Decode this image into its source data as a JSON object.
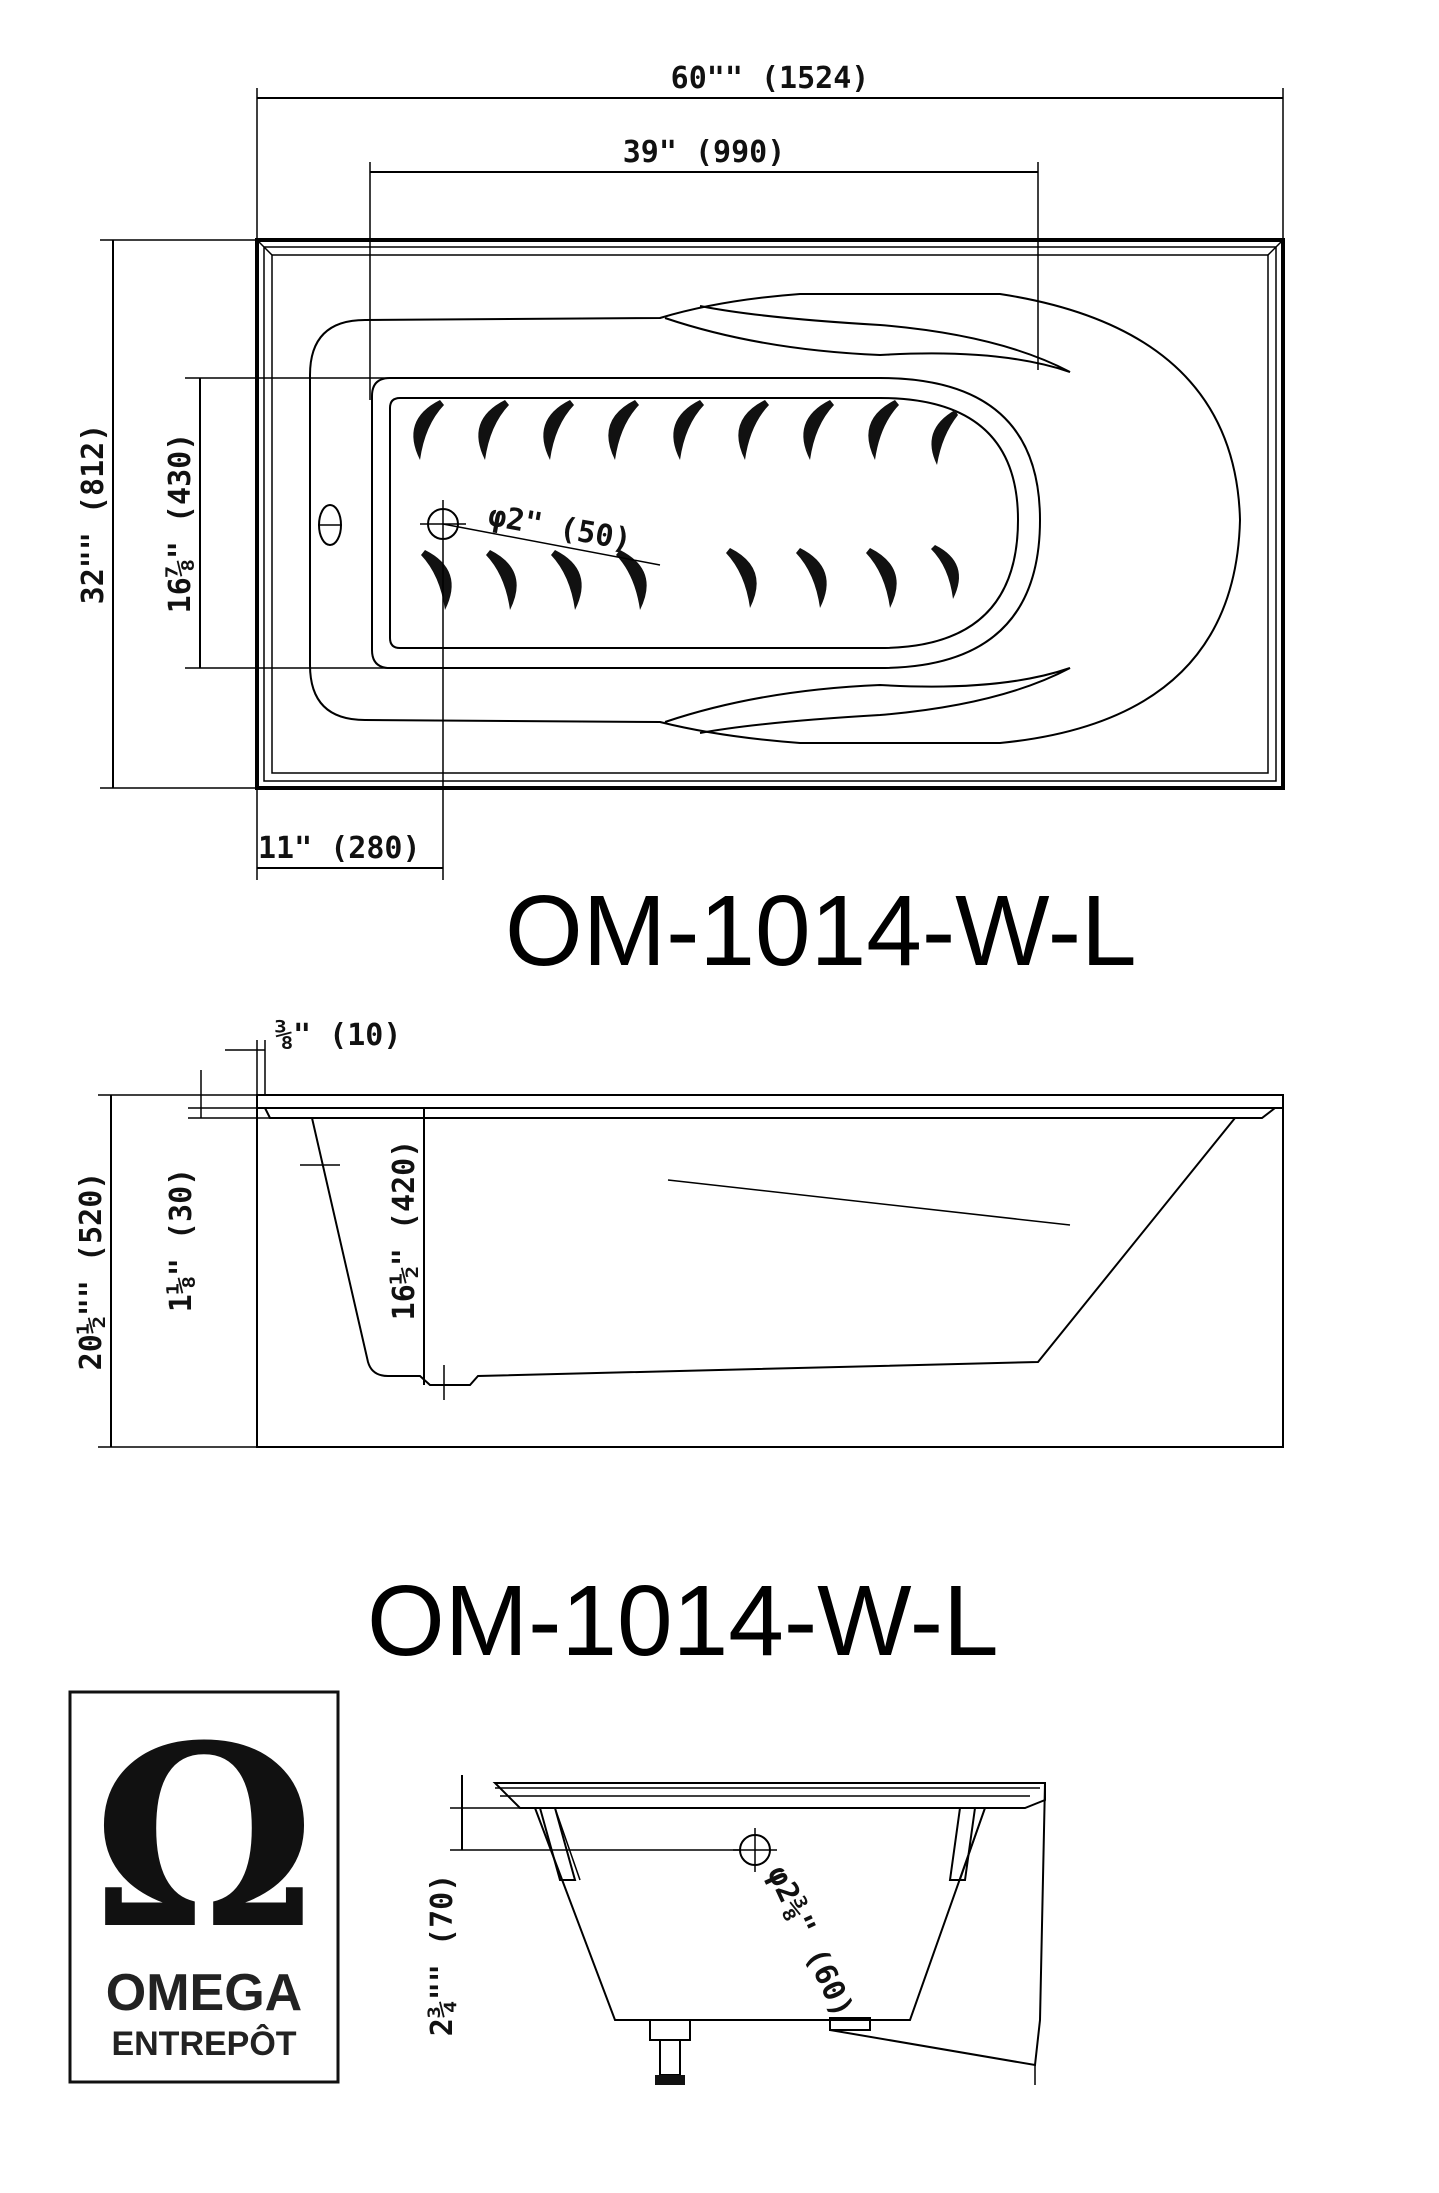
{
  "top_view": {
    "dim_total_length": "60\"\" (1524)",
    "dim_basin_length": "39\" (990)",
    "dim_total_width": "32\"\" (812)",
    "dim_basin_width": "16⅞\" (430)",
    "dim_drain_diameter": "φ2\" (50)",
    "dim_drain_offset": "11\" (280)",
    "model": "OM-1014-W-L"
  },
  "side_view": {
    "dim_rim_thickness": "⅜\" (10)",
    "dim_total_height": "20½\"\" (520)",
    "dim_lip": "1⅛\" (30)",
    "dim_basin_depth": "16½\" (420)",
    "model": "OM-1014-W-L"
  },
  "end_view": {
    "dim_overflow_height": "2¾\"\" (70)",
    "dim_overflow_diameter": "φ2⅜\" (60)"
  },
  "logo": {
    "symbol": "Ω",
    "name": "OMEGA",
    "sub": "ENTREPÔT"
  }
}
